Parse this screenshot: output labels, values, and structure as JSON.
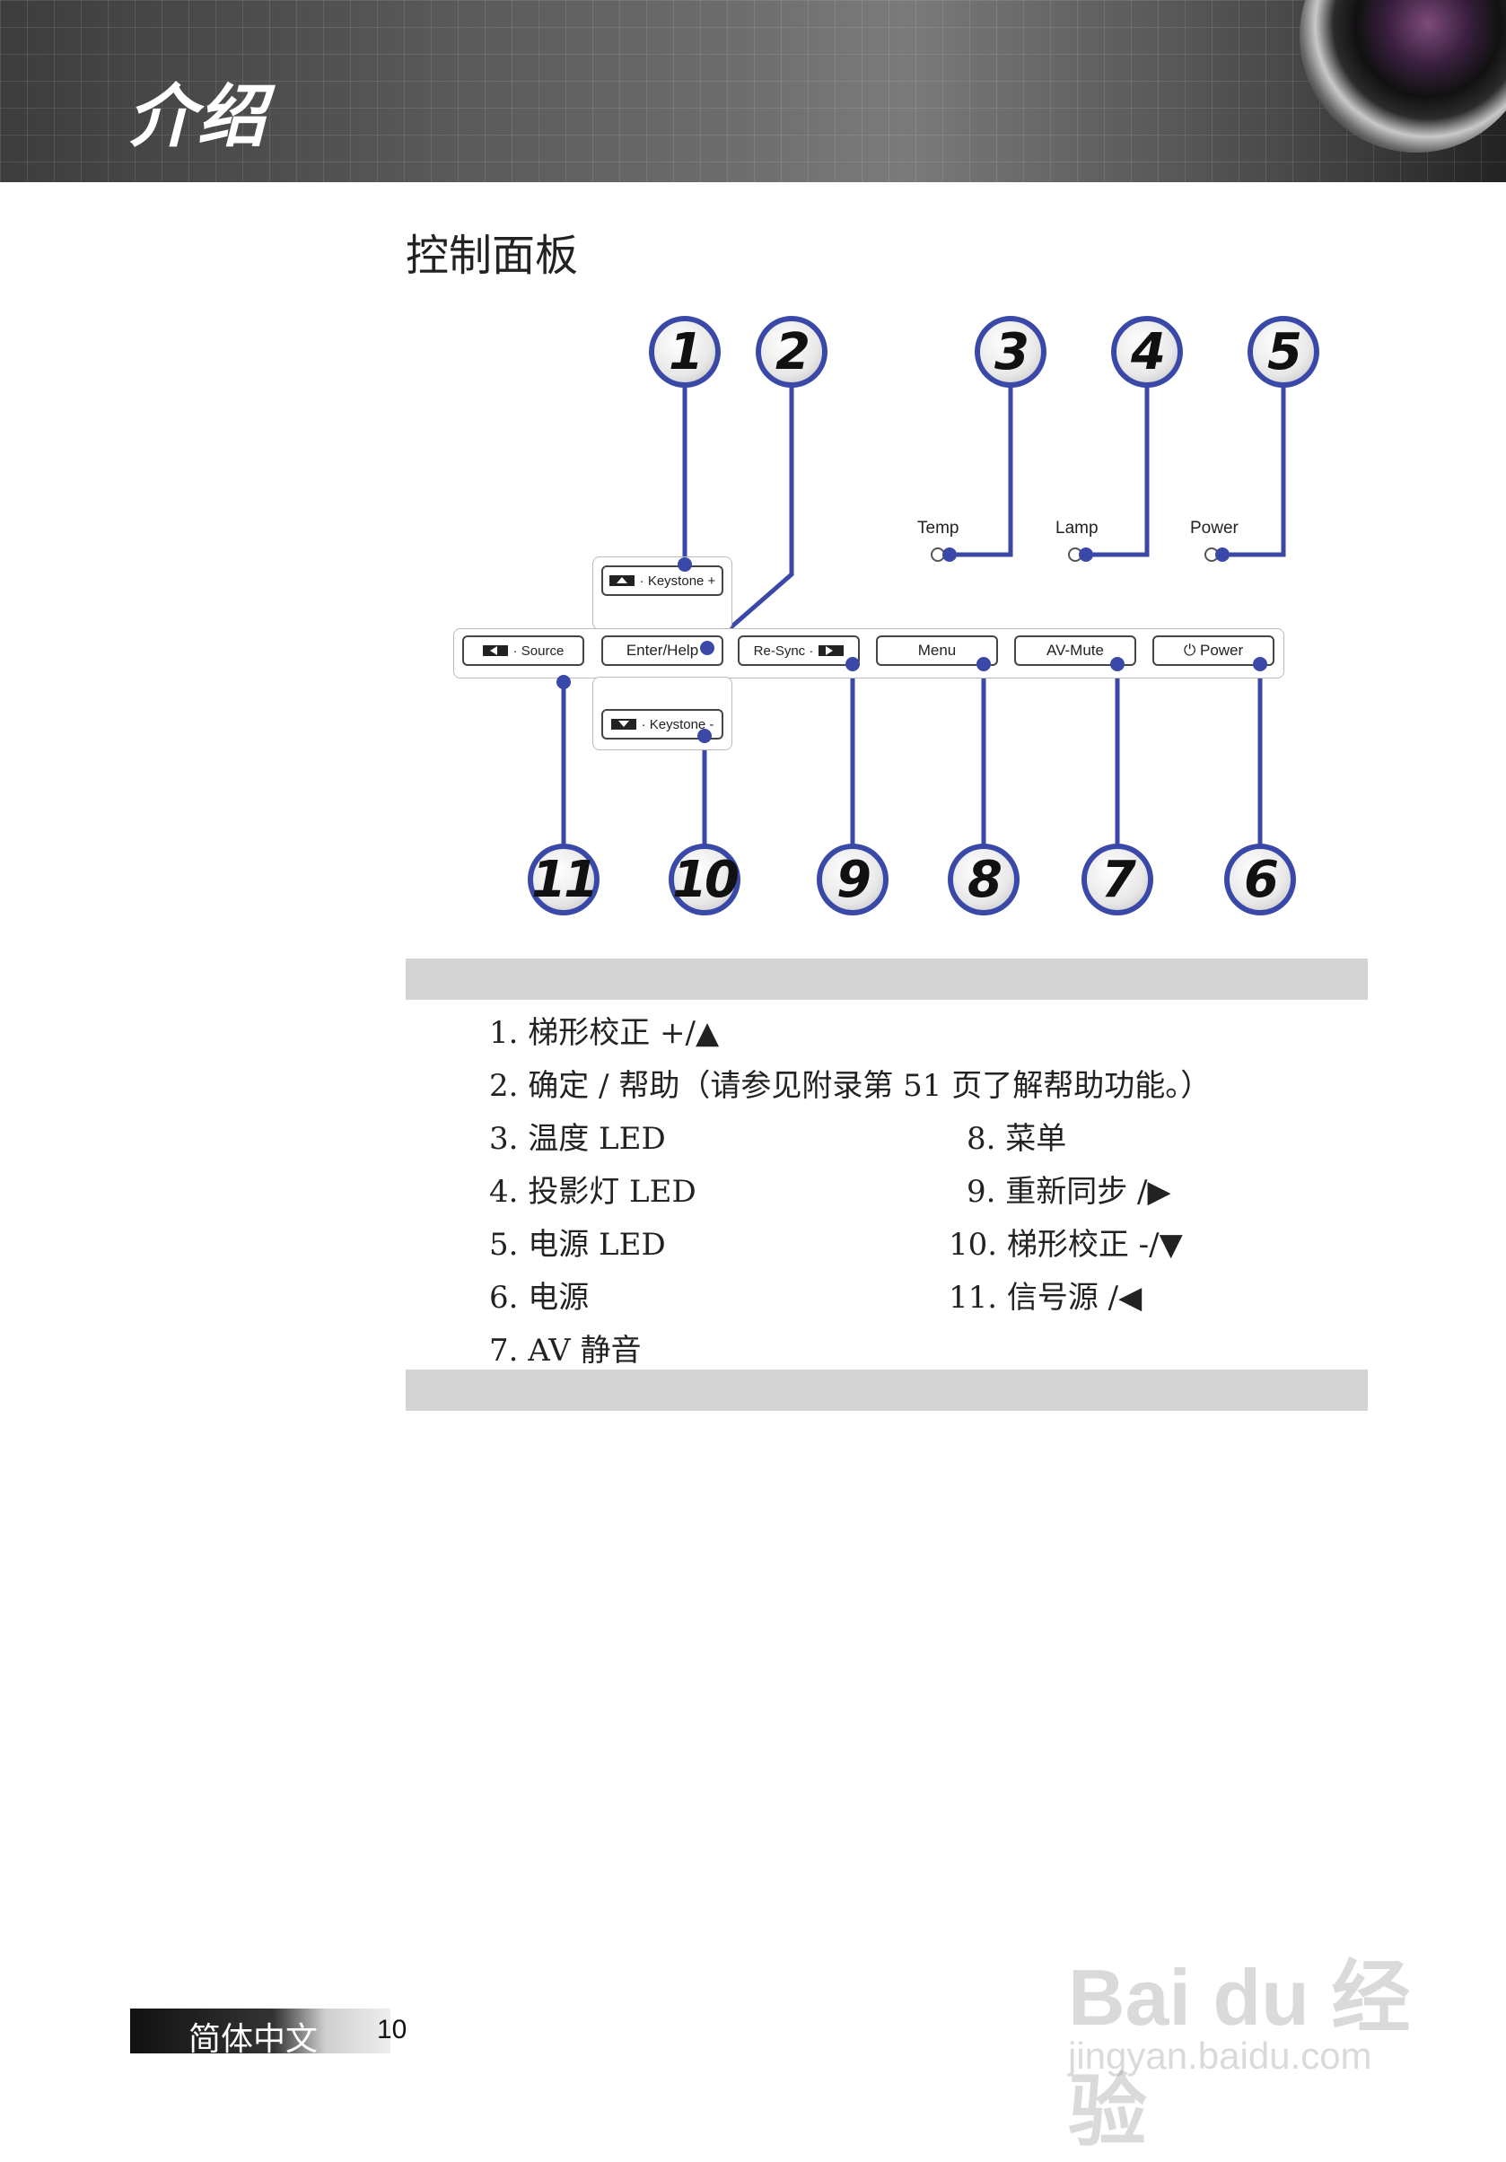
{
  "header": {
    "title": "介绍"
  },
  "section": {
    "title": "控制面板"
  },
  "diagram": {
    "callouts": [
      "1",
      "2",
      "3",
      "4",
      "5",
      "6",
      "7",
      "8",
      "9",
      "10",
      "11"
    ],
    "led_labels": {
      "temp": "Temp",
      "lamp": "Lamp",
      "power": "Power"
    },
    "buttons": {
      "keystone_plus": "· Keystone +",
      "source": "· Source",
      "enter_help": "Enter/Help",
      "resync": "Re-Sync ·",
      "menu": "Menu",
      "av_mute": "AV-Mute",
      "power": "⏻ Power",
      "keystone_minus": "· Keystone -"
    }
  },
  "legend": {
    "items": [
      "1. 梯形校正 +/▲",
      "2. 确定 / 帮助（请参见附录第 51 页了解帮助功能。）",
      "3. 温度 LED",
      "4. 投影灯 LED",
      "5. 电源 LED",
      "6. 电源",
      "7. AV 静音",
      "8. 菜单",
      "9. 重新同步 /▶",
      "10. 梯形校正 -/▼",
      "11. 信号源 /◀"
    ]
  },
  "footer": {
    "language": "简体中文",
    "page": "10"
  },
  "watermark": {
    "logo": "Bai du 经验",
    "url": "jingyan.baidu.com"
  }
}
